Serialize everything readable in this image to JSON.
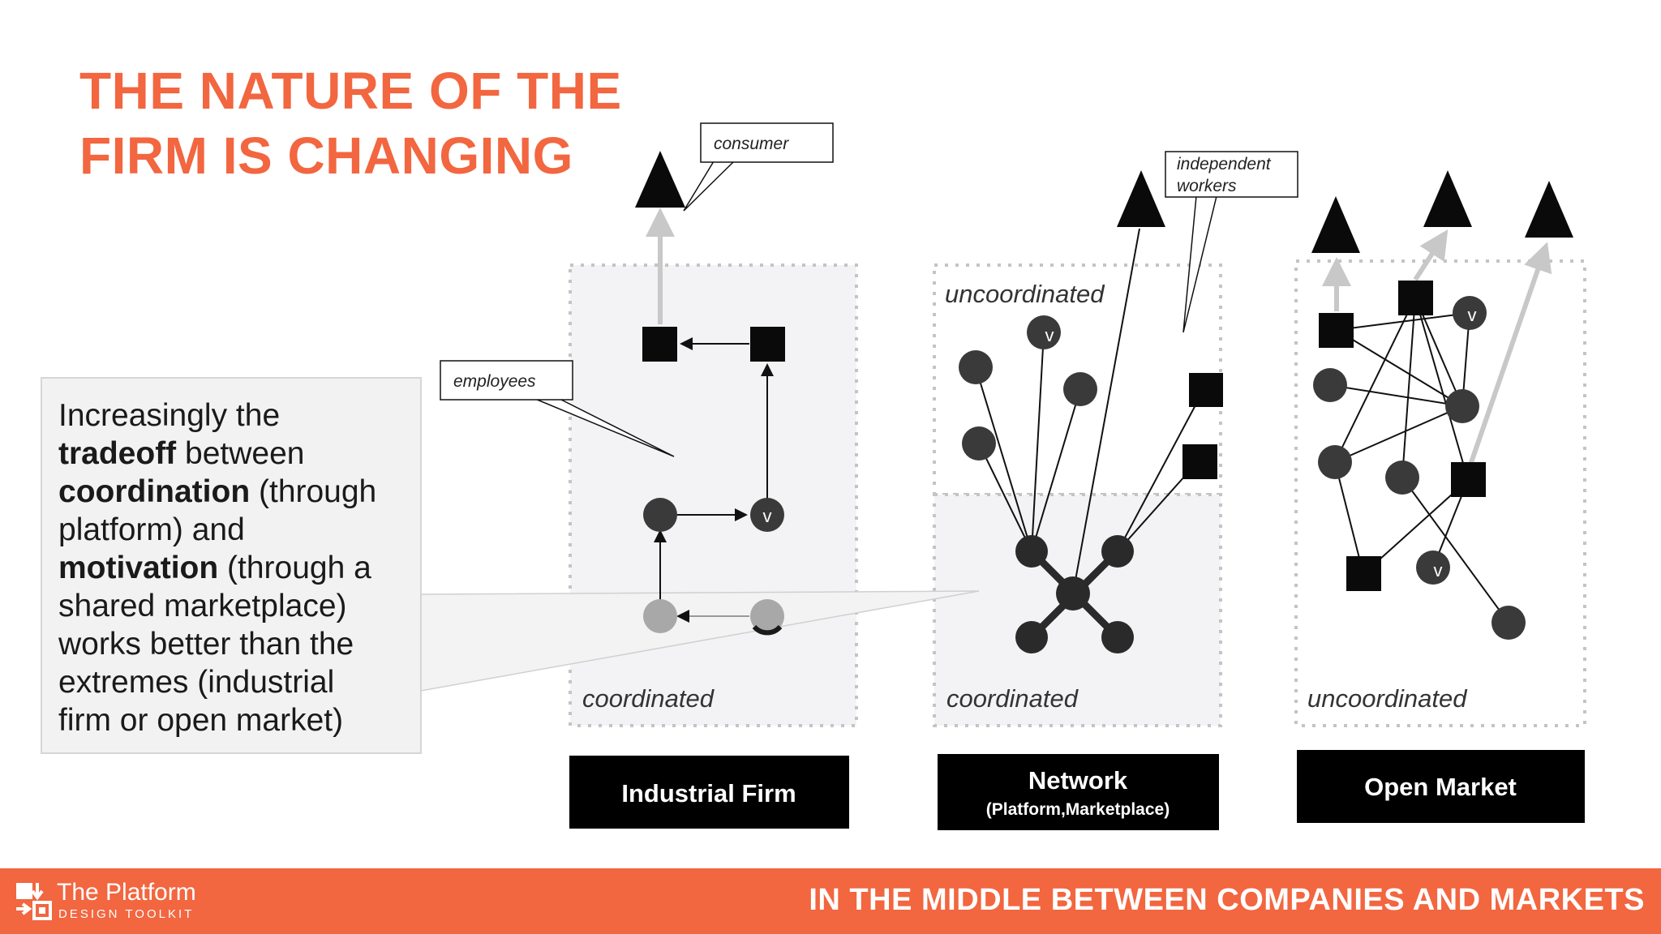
{
  "title": {
    "line1": "THE NATURE OF THE",
    "line2": "FIRM IS CHANGING"
  },
  "callout": {
    "parts": [
      {
        "text": "Increasingly the",
        "bold": false,
        "br": true
      },
      {
        "text": "tradeoff",
        "bold": true,
        "br": false
      },
      {
        "text": " between",
        "bold": false,
        "br": true
      },
      {
        "text": "coordination",
        "bold": true,
        "br": false
      },
      {
        "text": " (through",
        "bold": false,
        "br": true
      },
      {
        "text": "platform) and",
        "bold": false,
        "br": true
      },
      {
        "text": "motivation",
        "bold": true,
        "br": false
      },
      {
        "text": " (through a",
        "bold": false,
        "br": true
      },
      {
        "text": "shared marketplace)",
        "bold": false,
        "br": true
      },
      {
        "text": "works better than the",
        "bold": false,
        "br": true
      },
      {
        "text": "extremes (industrial",
        "bold": false,
        "br": true
      },
      {
        "text": "firm or open market)",
        "bold": false,
        "br": false
      }
    ]
  },
  "diagram": {
    "bubbles": {
      "consumer": "consumer",
      "employees": "employees",
      "independent_1": "independent",
      "independent_2": "workers"
    },
    "zones": {
      "firm_coordinated": "coordinated",
      "network_uncoordinated": "uncoordinated",
      "network_coordinated": "coordinated",
      "market_uncoordinated": "uncoordinated"
    },
    "node_letter": "v",
    "labels": {
      "industrial_firm": "Industrial Firm",
      "network": "Network",
      "network_sub": "(Platform,Marketplace)",
      "open_market": "Open Market"
    }
  },
  "footer": {
    "brand_name": "The Platform",
    "brand_sub": "DESIGN TOOLKIT",
    "tagline": "IN THE MIDDLE BETWEEN COMPANIES AND MARKETS"
  },
  "colors": {
    "accent": "#f26640",
    "node": "#3a3a3a",
    "faded_node": "#a8a8a8",
    "panel": "#f2f2f2"
  }
}
